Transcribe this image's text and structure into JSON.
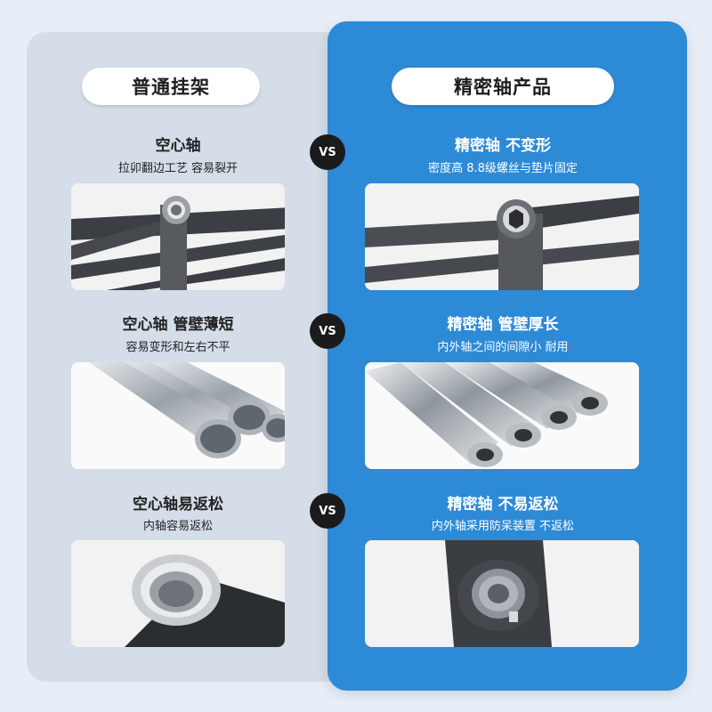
{
  "left_header": "普通挂架",
  "right_header": "精密轴产品",
  "vs_label": "VS",
  "rows": [
    {
      "left_title": "空心轴",
      "left_sub": "拉卯翻边工艺 容易裂开",
      "right_title": "精密轴 不变形",
      "right_sub": "密度高 8.8级螺丝与垫片固定"
    },
    {
      "left_title": "空心轴 管壁薄短",
      "left_sub": "容易变形和左右不平",
      "right_title": "精密轴 管壁厚长",
      "right_sub": "内外轴之间的间隙小 耐用"
    },
    {
      "left_title": "空心轴易返松",
      "left_sub": "内轴容易返松",
      "right_title": "精密轴 不易返松",
      "right_sub": "内外轴采用防呆装置 不返松"
    }
  ],
  "colors": {
    "right_panel": "#2d8ad6",
    "left_panel": "#d4dde8",
    "vs_badge": "#1b1b1b"
  }
}
